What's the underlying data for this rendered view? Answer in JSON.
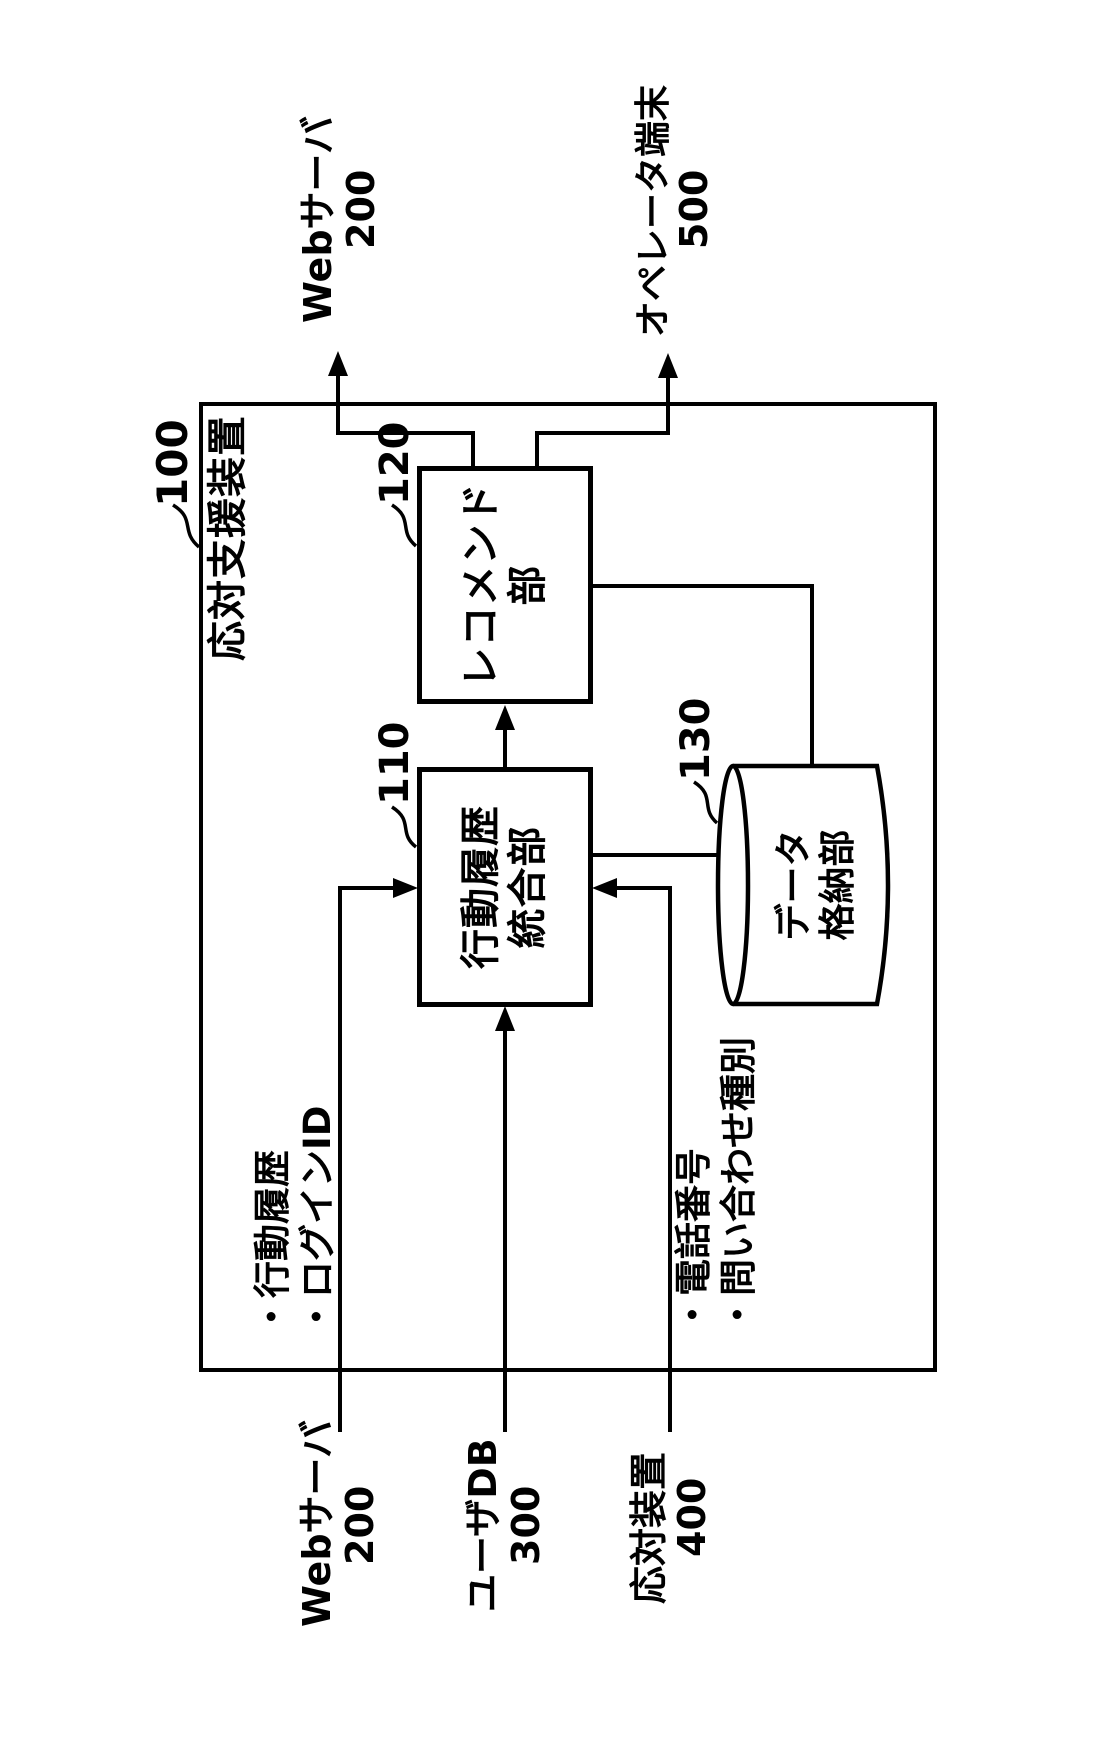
{
  "figure": {
    "system": {
      "ref": "100",
      "title": "応対支援装置"
    },
    "blocks": {
      "integrator": {
        "ref": "110",
        "line1": "行動履歴",
        "line2": "統合部"
      },
      "recommender": {
        "ref": "120",
        "label": "レコメンド部"
      },
      "datastore": {
        "ref": "130",
        "line1": "データ",
        "line2": "格納部"
      }
    },
    "inputs": {
      "web_server": {
        "name": "Webサーバ",
        "ref": "200"
      },
      "user_db": {
        "name": "ユーザDB",
        "ref": "300"
      },
      "response_device": {
        "name": "応対装置",
        "ref": "400"
      }
    },
    "outputs": {
      "web_server": {
        "name": "Webサーバ",
        "ref": "200"
      },
      "operator_terminal": {
        "name": "オペレータ端末",
        "ref": "500"
      }
    },
    "annotations": {
      "web_input": {
        "line1": "・行動履歴",
        "line2": "・ログインID"
      },
      "phone_input": {
        "line1": "・電話番号",
        "line2": "・問い合わせ種別"
      }
    },
    "colors": {
      "ink": "#000000",
      "paper": "#ffffff"
    }
  }
}
